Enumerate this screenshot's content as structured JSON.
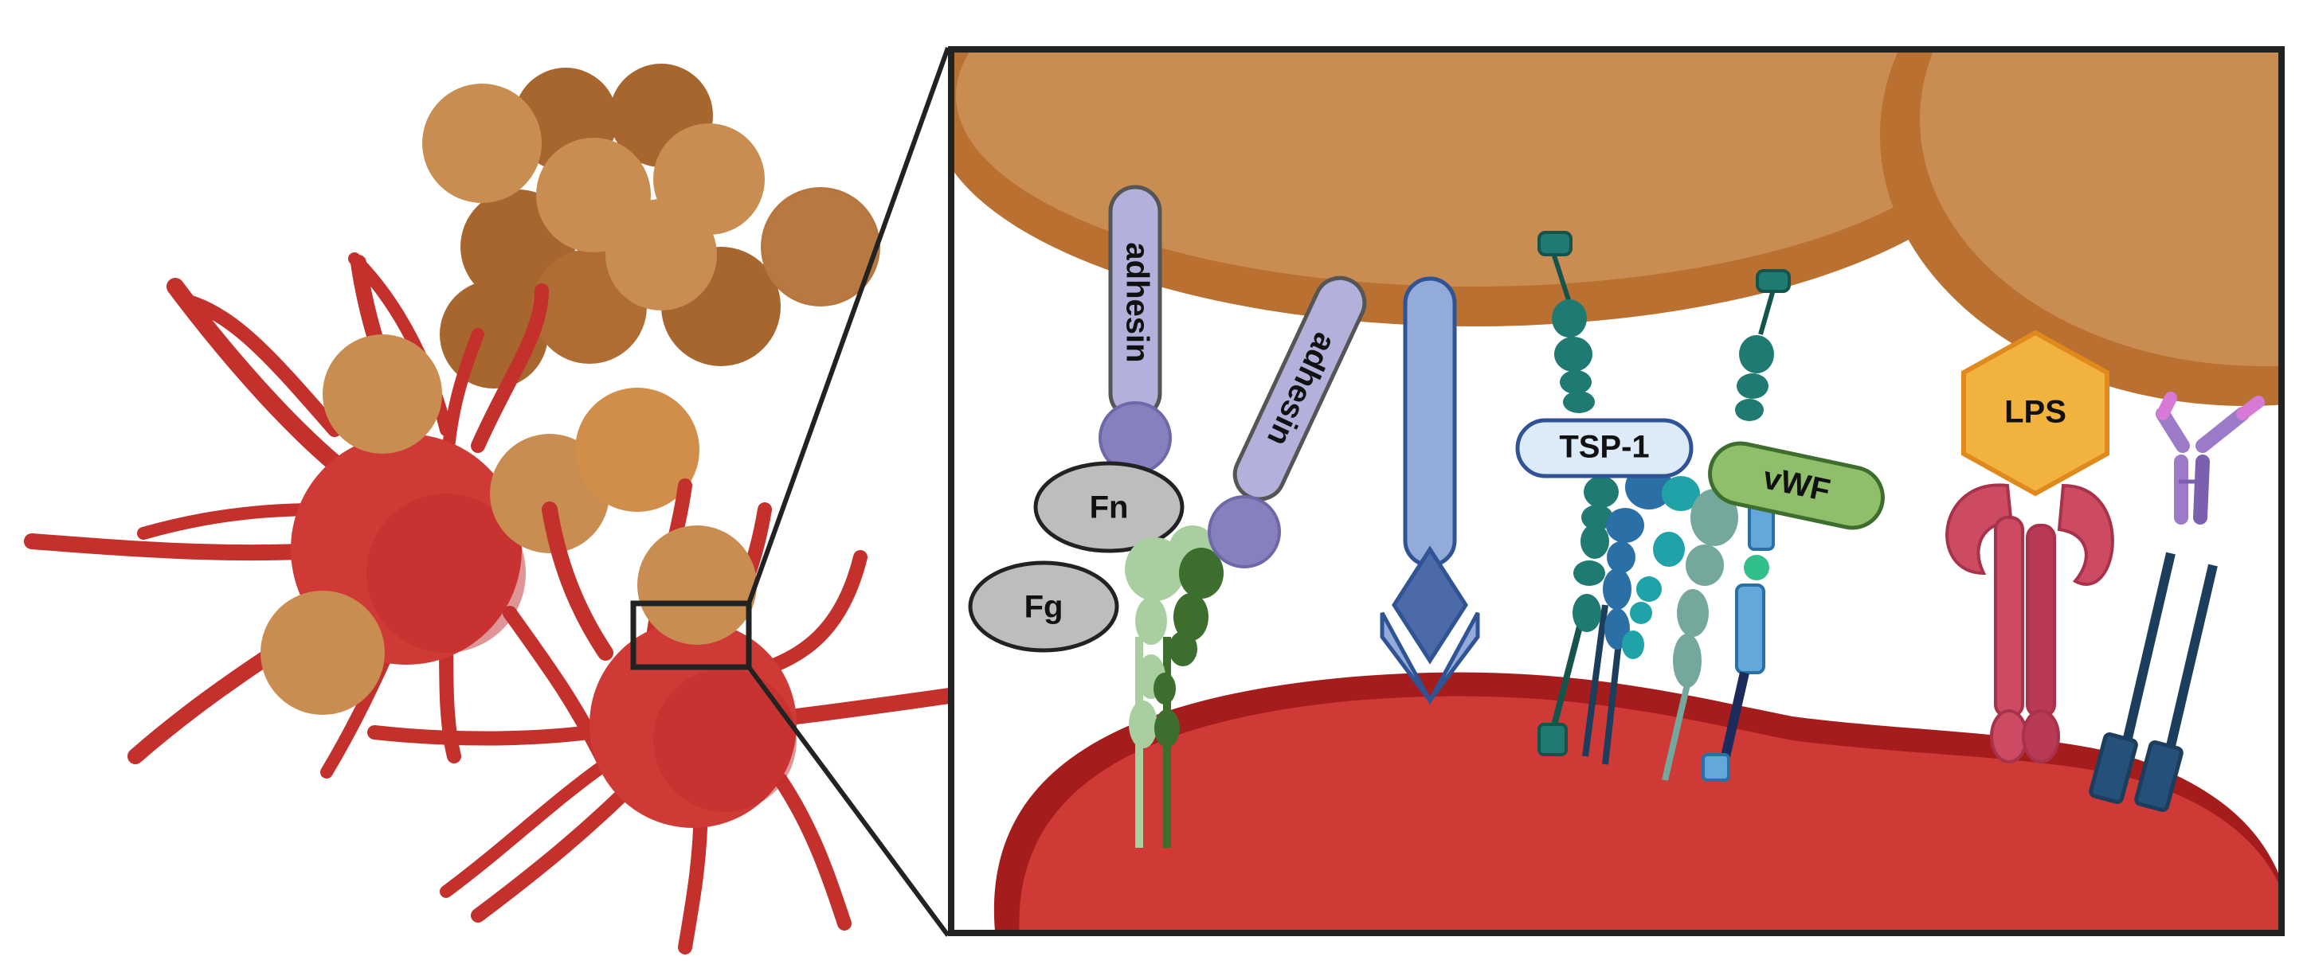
{
  "labels": {
    "adhesin_1": "adhesin",
    "adhesin_2": "adhesin",
    "fn": "Fn",
    "fg": "Fg",
    "tsp1": "TSP-1",
    "vwf": "vWF",
    "lps": "LPS"
  },
  "colors": {
    "bacteria_light": "#c98d52",
    "bacteria_dark": "#a8662f",
    "bacteria_edge": "#b97030",
    "platelet": "#d03a36",
    "platelet_dark": "#a51c1c",
    "adhesin": "#b3b0db",
    "adhesin_head": "#8680bf",
    "fibrin_grey": "#bdbdbd",
    "arrow_light": "#93abd8",
    "arrow_dark": "#4d6aa8",
    "tsp1_fill": "#ddeaf8",
    "vwf_fill": "#8fbf6a",
    "lps_fill": "#f2b33e",
    "receptor_pink": "#cc4b63",
    "antibody_purple": "#9b7bc8",
    "receptor_teal": "#1f7a72",
    "receptor_blue": "#2a6fa5",
    "dark_navy": "#1c3d5c"
  }
}
